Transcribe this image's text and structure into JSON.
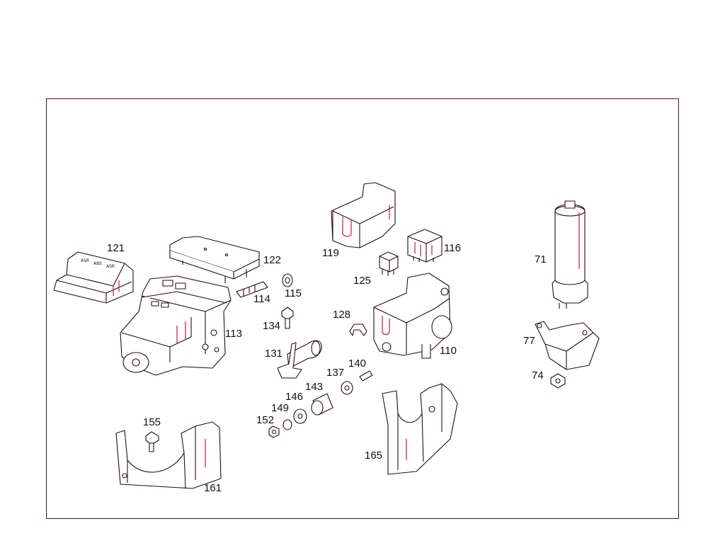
{
  "colors": {
    "frame": "#5a0a2a",
    "line": "#2a0a15",
    "accent": "#c0145a"
  },
  "module_text": {
    "cover_line1": "ASR",
    "cover_line2": "ABS",
    "cover_line3": "ASR"
  },
  "callouts": [
    {
      "id": "71",
      "label": "71"
    },
    {
      "id": "74",
      "label": "74"
    },
    {
      "id": "77",
      "label": "77"
    },
    {
      "id": "110",
      "label": "110"
    },
    {
      "id": "113",
      "label": "113"
    },
    {
      "id": "114",
      "label": "114"
    },
    {
      "id": "115",
      "label": "115"
    },
    {
      "id": "116",
      "label": "116"
    },
    {
      "id": "119",
      "label": "119"
    },
    {
      "id": "121",
      "label": "121"
    },
    {
      "id": "122",
      "label": "122"
    },
    {
      "id": "125",
      "label": "125"
    },
    {
      "id": "128",
      "label": "128"
    },
    {
      "id": "131",
      "label": "131"
    },
    {
      "id": "134",
      "label": "134"
    },
    {
      "id": "137",
      "label": "137"
    },
    {
      "id": "140",
      "label": "140"
    },
    {
      "id": "143",
      "label": "143"
    },
    {
      "id": "146",
      "label": "146"
    },
    {
      "id": "149",
      "label": "149"
    },
    {
      "id": "152",
      "label": "152"
    },
    {
      "id": "155",
      "label": "155"
    },
    {
      "id": "161",
      "label": "161"
    },
    {
      "id": "165",
      "label": "165"
    }
  ]
}
